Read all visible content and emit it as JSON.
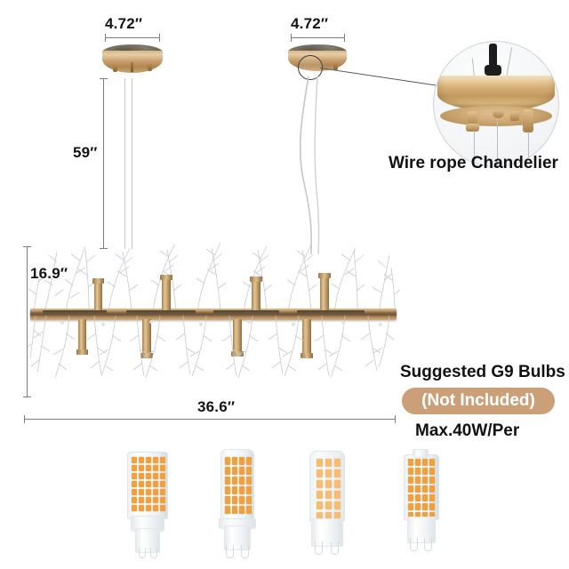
{
  "product": {
    "type": "Wire rope Chandelier",
    "callout_label": "Wire rope Chandelier"
  },
  "dimensions": {
    "canopy_left": "4.72″",
    "canopy_right": "4.72″",
    "drop_height": "59″",
    "fixture_height": "16.9″",
    "fixture_width": "36.6″"
  },
  "bulbs": {
    "title": "Suggested G9 Bulbs",
    "badge": "(Not Included)",
    "max_watt": "Max.40W/Per",
    "badge_color": "#cba078",
    "items": [
      {
        "name": "g9-bulb-clear-wide",
        "style": "clear",
        "rows": 7,
        "cols": 5
      },
      {
        "name": "g9-bulb-clear-narrow",
        "style": "clear",
        "rows": 6,
        "cols": 4
      },
      {
        "name": "g9-bulb-frosted",
        "style": "frosted",
        "rows": 6,
        "cols": 3
      },
      {
        "name": "g9-bulb-clear-tall",
        "style": "clear",
        "rows": 7,
        "cols": 4
      }
    ]
  },
  "colors": {
    "gold": "#c79d6c",
    "crystal": "#c9ccd2",
    "dim_line": "#7d7d7d",
    "text": "#111111"
  }
}
